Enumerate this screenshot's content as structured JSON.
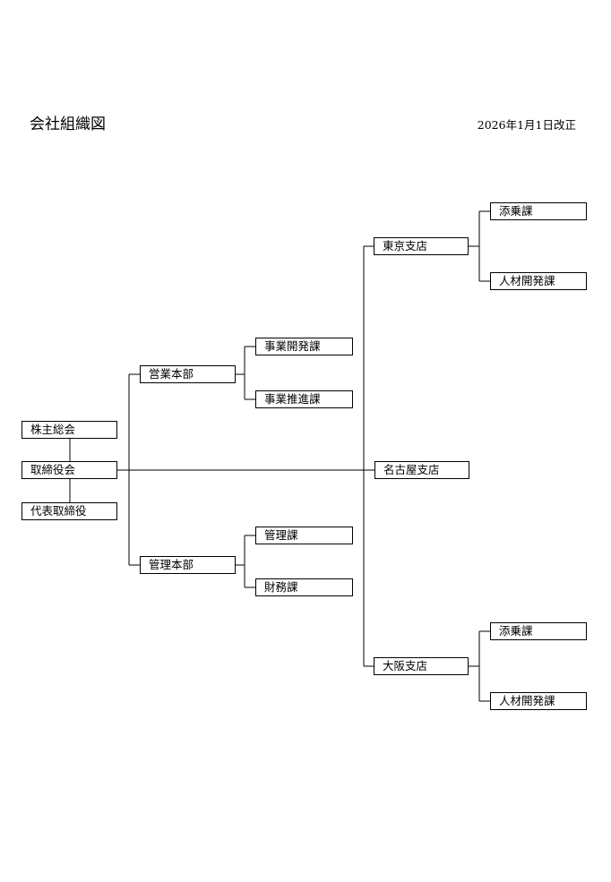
{
  "header": {
    "title": "会社組織図",
    "revision": "2026年1月1日改正"
  },
  "org": {
    "shareholders_meeting": "株主総会",
    "board_of_directors": "取締役会",
    "representative_director": "代表取締役",
    "sales_division": {
      "name": "営業本部",
      "sections": [
        "事業開発課",
        "事業推進課"
      ]
    },
    "admin_division": {
      "name": "管理本部",
      "sections": [
        "管理課",
        "財務課"
      ]
    },
    "tokyo_branch": {
      "name": "東京支店",
      "sections": [
        "添乗課",
        "人材開発課"
      ]
    },
    "nagoya_branch": {
      "name": "名古屋支店"
    },
    "osaka_branch": {
      "name": "大阪支店",
      "sections": [
        "添乗課",
        "人材開発課"
      ]
    }
  }
}
